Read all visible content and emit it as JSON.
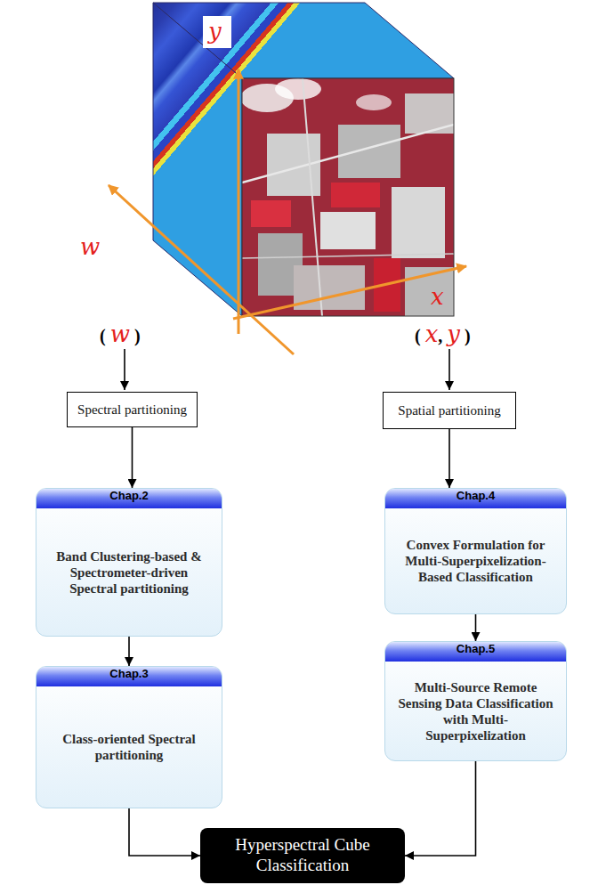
{
  "diagram": {
    "nodes": [
      {
        "text": [
          "Spectral partitioning"
        ]
      },
      {
        "text": [
          "Spatial partitioning"
        ]
      },
      {
        "text": [
          "Chap.2",
          "Band Clustering-based & Spectrometer-driven Spectral partitioning"
        ]
      },
      {
        "text": [
          "Chap.4",
          "Convex Formulation for Multi-Superpixelization-Based Classification"
        ]
      },
      {
        "text": [
          "Chap.3",
          "Class-oriented Spectral partitioning"
        ]
      },
      {
        "text": [
          "Chap.5",
          "Multi-Source Remote Sensing Data Classification with Multi-Superpixelization"
        ]
      },
      {
        "text": [
          "Hyperspectral Cube Classification"
        ]
      }
    ],
    "edges": [
      {
        "from": 0,
        "to": 2,
        "arrow": "to"
      },
      {
        "from": 2,
        "to": 4,
        "arrow": "to"
      },
      {
        "from": 1,
        "to": 3,
        "arrow": "to"
      },
      {
        "from": 3,
        "to": 5,
        "arrow": "to"
      },
      {
        "from": 4,
        "to": 6,
        "arrow": "to"
      },
      {
        "from": 5,
        "to": 6,
        "arrow": "to"
      }
    ],
    "labels": [
      "y",
      "w",
      "x",
      "( w )",
      "( x, y )"
    ]
  }
}
